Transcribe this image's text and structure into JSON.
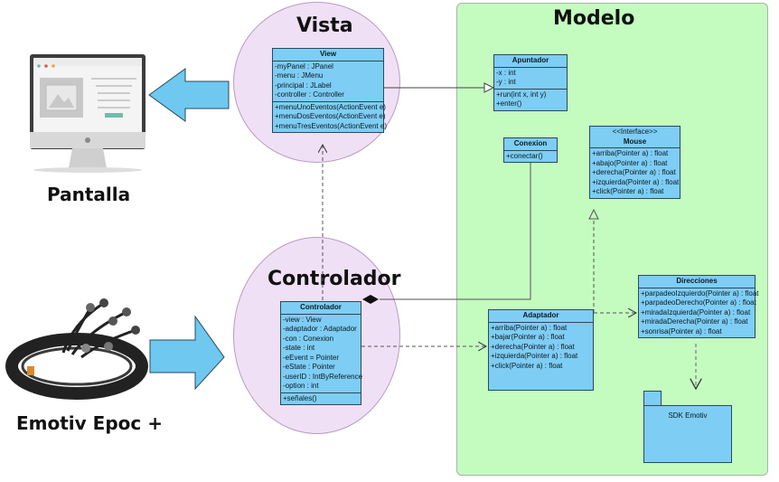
{
  "titles": {
    "vista": "Vista",
    "controlador": "Controlador",
    "modelo": "Modelo"
  },
  "captions": {
    "pantalla": "Pantalla",
    "emotiv": "Emotiv Epoc +"
  },
  "icons": {
    "monitor": "desktop-monitor-icon",
    "headset": "eeg-headset-icon",
    "arrow_left": "arrow-left-icon",
    "arrow_right": "arrow-right-icon"
  },
  "colors": {
    "class_fill": "#7ecdf4",
    "model_panel": "#c4fcc0",
    "ellipse_fill": "#f0e0f5",
    "arrow_fill": "#6ec8f0"
  },
  "classes": {
    "view": {
      "name": "View",
      "attributes": [
        "-myPanel : JPanel",
        "-menu : JMenu",
        "-principal : JLabel",
        "-controller : Controller"
      ],
      "methods": [
        "+menuUnoEventos(ActionEvent e)",
        "+menuDosEventos(ActionEvent e)",
        "+menuTresEventos(ActionEvent e)"
      ]
    },
    "apuntador": {
      "name": "Apuntador",
      "attributes": [
        "-x : int",
        "-y : int"
      ],
      "methods": [
        "+run(int x, int y)",
        "+enter()"
      ]
    },
    "conexion": {
      "name": "Conexion",
      "methods": [
        "+conectar()"
      ]
    },
    "mouse": {
      "stereotype": "<<Interface>>",
      "name": "Mouse",
      "methods": [
        "+arriba(Pointer a) : float",
        "+abajo(Pointer a) : float",
        "+derecha(Pointer a) : float",
        "+izquierda(Pointer a) : float",
        "+click(Pointer a) : float"
      ]
    },
    "controlador": {
      "name": "Controlador",
      "attributes": [
        "-view : View",
        "-adaptador : Adaptador",
        "-con : Conexion",
        "-state : int",
        "-eEvent = Pointer",
        "-eState : Pointer",
        "-userID : IntByReference",
        "-option : int"
      ],
      "methods": [
        "+señales()"
      ]
    },
    "adaptador": {
      "name": "Adaptador",
      "methods": [
        "+arriba(Pointer a) : float",
        "+bajar(Pointer a) : float",
        "+derecha(Pointer a) : float",
        "+izquierda(Pointer a) : float",
        "+click(Pointer a) : float"
      ]
    },
    "direcciones": {
      "name": "Direcciones",
      "methods": [
        "+parpadeoIzquierdo(Pointer a) : float",
        "+parpadeoDerecho(Pointer a) : float",
        "+miradaIzquierda(Pointer a) : float",
        "+miradaDerecha(Pointer a) : float",
        "+sonrisa(Pointer a) : float"
      ]
    }
  },
  "package": {
    "name": "SDK Emotiv"
  },
  "relations": [
    {
      "from": "View",
      "to": "Apuntador",
      "type": "association"
    },
    {
      "from": "Controlador",
      "to": "View",
      "type": "dependency"
    },
    {
      "from": "Controlador",
      "to": "Conexion",
      "type": "composition"
    },
    {
      "from": "Controlador",
      "to": "Adaptador",
      "type": "dependency"
    },
    {
      "from": "Adaptador",
      "to": "Mouse",
      "type": "realization"
    },
    {
      "from": "Adaptador",
      "to": "Direcciones",
      "type": "dependency"
    },
    {
      "from": "Direcciones",
      "to": "SDK Emotiv",
      "type": "dependency"
    }
  ]
}
